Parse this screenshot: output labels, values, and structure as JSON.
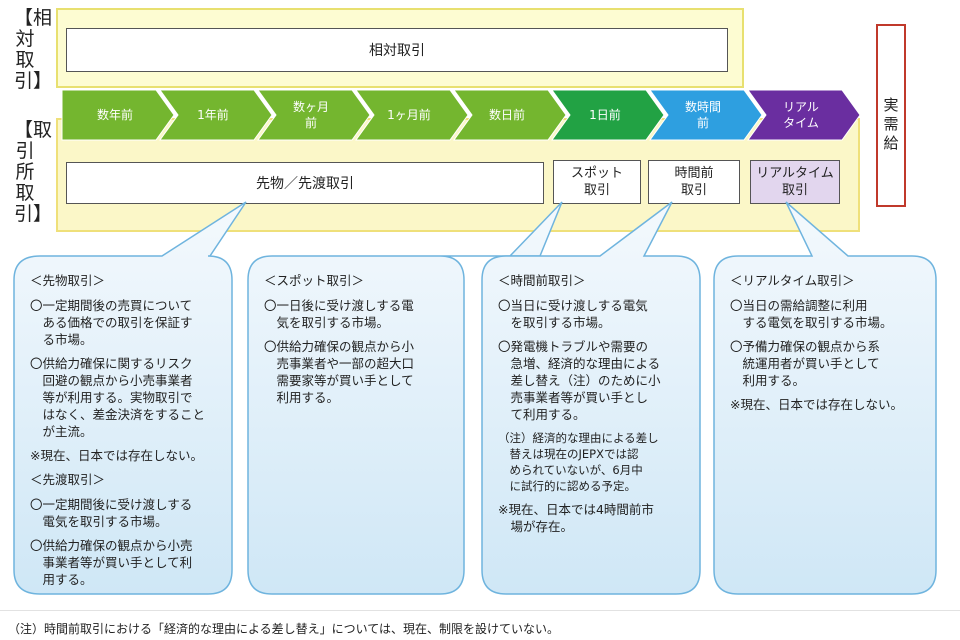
{
  "side_labels": {
    "relative": "【相対取引】",
    "exchange": "【取引所取引】"
  },
  "relative_trade_label": "相対取引",
  "timeline": [
    {
      "label": "数年前",
      "color": "#74b62f"
    },
    {
      "label": "1年前",
      "color": "#74b62f"
    },
    {
      "label": "数ヶ月\n前",
      "color": "#74b62f"
    },
    {
      "label": "1ヶ月前",
      "color": "#74b62f"
    },
    {
      "label": "数日前",
      "color": "#74b62f"
    },
    {
      "label": "1日前",
      "color": "#22a244"
    },
    {
      "label": "数時間\n前",
      "color": "#2e9fe0"
    },
    {
      "label": "リアル\nタイム",
      "color": "#6a2ea0"
    }
  ],
  "demand_label": "実需給",
  "exchange": {
    "forward_label": "先物／先渡取引",
    "spot_label": "スポット\n取引",
    "hour_ahead_label": "時間前\n取引",
    "realtime_label": "リアルタイム\n取引"
  },
  "bubbles": [
    {
      "title": "＜先物取引＞",
      "items": [
        "〇一定期間後の売買について\n　ある価格での取引を保証す\n　る市場。",
        "〇供給力確保に関するリスク\n　回避の観点から小売事業者\n　等が利用する。実物取引で\n　はなく、差金決済をすること\n　が主流。",
        "※現在、日本では存在しない。"
      ],
      "title2": "＜先渡取引＞",
      "items2": [
        "〇一定期間後に受け渡しする\n　電気を取引する市場。",
        "〇供給力確保の観点から小売\n　事業者等が買い手として利\n　用する。"
      ]
    },
    {
      "title": "＜スポット取引＞",
      "items": [
        "〇一日後に受け渡しする電\n　気を取引する市場。",
        "〇供給力確保の観点から小\n　売事業者や一部の超大口\n　需要家等が買い手として\n　利用する。"
      ]
    },
    {
      "title": "＜時間前取引＞",
      "items": [
        "〇当日に受け渡しする電気\n　を取引する市場。",
        "〇発電機トラブルや需要の\n　急増、経済的な理由による\n　差し替え（注）のために小\n　売事業者等が買い手とし\n　て利用する。",
        "（注）経済的な理由による差し\n　替えは現在のJEPXでは認\n　められていないが、6月中\n　に試行的に認める予定。",
        "※現在、日本では4時間前市\n　場が存在。"
      ]
    },
    {
      "title": "＜リアルタイム取引＞",
      "items": [
        "〇当日の需給調整に利用\n　する電気を取引する市場。",
        "〇予備力確保の観点から系\n　統運用者が買い手として\n　利用する。",
        "※現在、日本では存在しない。"
      ]
    }
  ],
  "footnote": "（注）時間前取引における「経済的な理由による差し替え」については、現在、制限を設けていない。"
}
